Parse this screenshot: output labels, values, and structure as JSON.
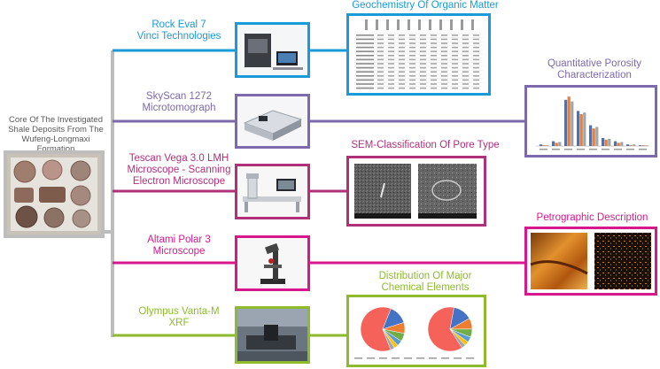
{
  "core": {
    "caption_lines": [
      "Core Of The Investigated",
      "Shale Deposits From The",
      "Wufeng-Longmaxi Formation"
    ]
  },
  "instruments": [
    {
      "lines": [
        "Rock Eval 7",
        "Vinci Technologies"
      ],
      "color": "#1a9ad6"
    },
    {
      "lines": [
        "SkyScan 1272",
        "Microtomograph"
      ],
      "color": "#7d6aad"
    },
    {
      "lines": [
        "Tescan Vega 3.0 LMH",
        "Microscope - Scanning",
        "Electron Microscope"
      ],
      "color": "#b0307a"
    },
    {
      "lines": [
        "Altami Polar 3",
        "Microscope"
      ],
      "color": "#d8178c"
    },
    {
      "lines": [
        "Olympus Vanta-M",
        "XRF"
      ],
      "color": "#8dbb2d"
    }
  ],
  "outputs": [
    {
      "lines": [
        "Geochemistry Of Organic Matter"
      ],
      "color": "#1a9ad6"
    },
    {
      "lines": [
        "Quantitative Porosity",
        "Characterization"
      ],
      "color": "#7d6aad"
    },
    {
      "lines": [
        "SEM-Classification Of Pore Type"
      ],
      "color": "#b0307a"
    },
    {
      "lines": [
        "Petrographic Description"
      ],
      "color": "#d8178c"
    },
    {
      "lines": [
        "Distribution Of Major",
        "Chemical Elements"
      ],
      "color": "#8dbb2d"
    }
  ],
  "colors": {
    "trunk": "#bdbdbd",
    "rock_eval": "#1a9ad6",
    "skyscan": "#7d6aad",
    "sem": "#b0307a",
    "petro": "#d8178c",
    "xrf": "#8dbb2d"
  },
  "icons": [
    "rock-eval-instrument-photo",
    "microtomograph-photo",
    "sem-microscope-photo",
    "polarizing-microscope-photo",
    "xrf-analyzer-photo",
    "core-samples-photo",
    "sem-micrograph",
    "thin-section-micrograph",
    "geochemistry-table-thumbnail",
    "porosity-bar-chart-thumbnail",
    "element-pie-chart-thumbnail"
  ]
}
